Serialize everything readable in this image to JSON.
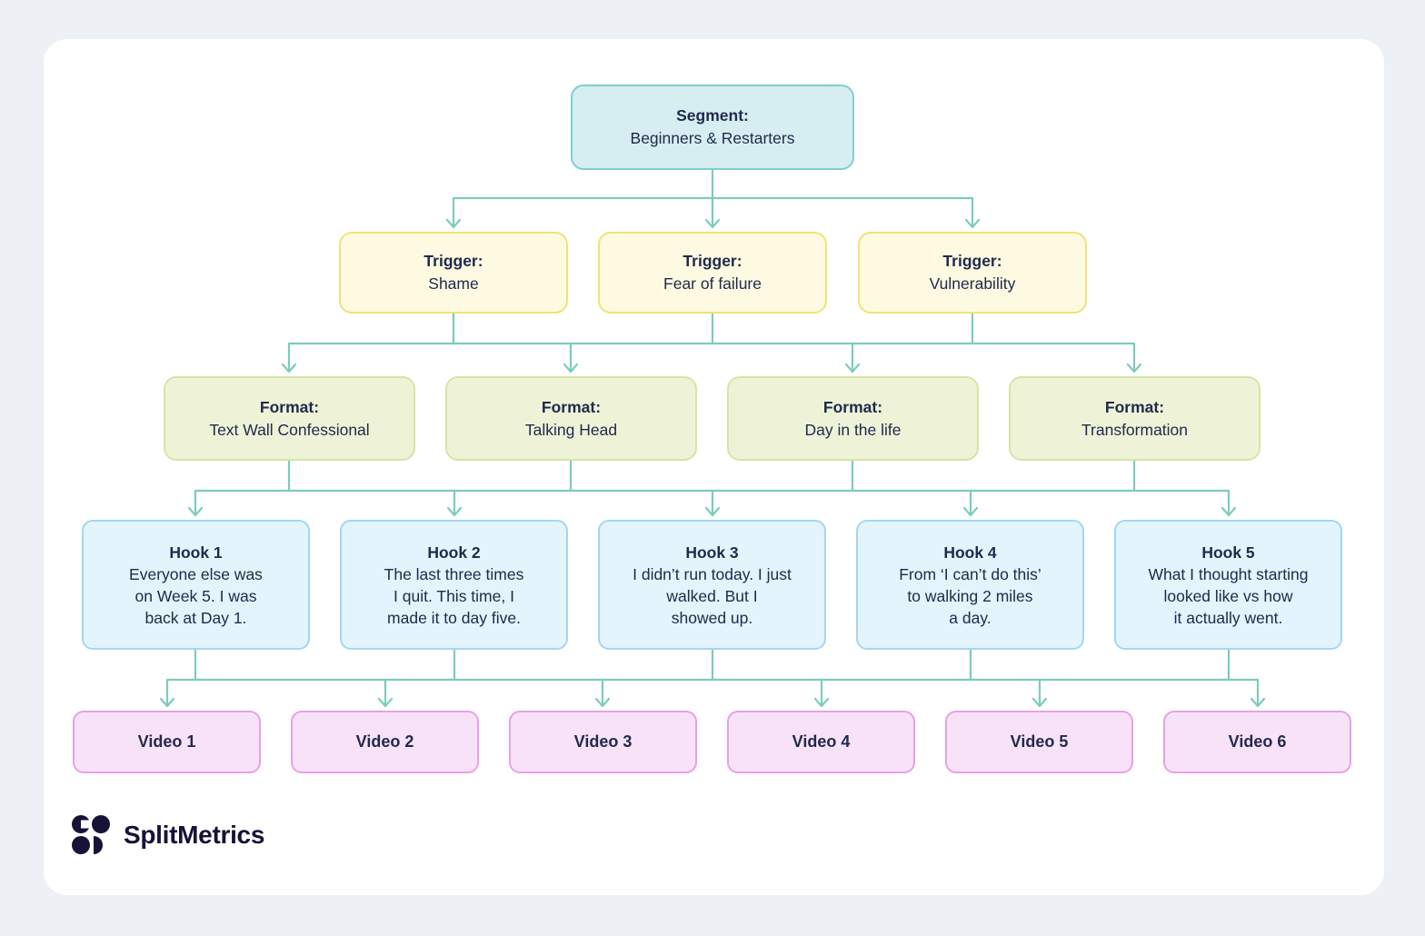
{
  "brand": {
    "name": "SplitMetrics",
    "color": "#171238"
  },
  "colors": {
    "page_background": "#edf1f5",
    "card_background": "#ffffff",
    "connector": "#7dccbd",
    "text": "#212a4d",
    "segment_fill": "#d6eef1",
    "segment_border": "#7ed1c9",
    "trigger_fill": "#fdfae1",
    "trigger_border": "#f1e276",
    "format_fill": "#eef3d8",
    "format_border": "#d6e5a0",
    "hook_fill": "#e3f4fc",
    "hook_border": "#a3d7f0",
    "video_fill": "#f8e2f7",
    "video_border": "#e8a1e4"
  },
  "tree": {
    "segment": {
      "title": "Segment:",
      "subtitle": "Beginners & Restarters"
    },
    "triggers": [
      {
        "title": "Trigger:",
        "subtitle": "Shame"
      },
      {
        "title": "Trigger:",
        "subtitle": "Fear of failure"
      },
      {
        "title": "Trigger:",
        "subtitle": "Vulnerability"
      }
    ],
    "formats": [
      {
        "title": "Format:",
        "subtitle": "Text Wall Confessional"
      },
      {
        "title": "Format:",
        "subtitle": "Talking Head"
      },
      {
        "title": "Format:",
        "subtitle": "Day in the life"
      },
      {
        "title": "Format:",
        "subtitle": "Transformation"
      }
    ],
    "hooks": [
      {
        "title": "Hook 1",
        "body": "Everyone else was\non Week 5. I was\nback at Day 1."
      },
      {
        "title": "Hook 2",
        "body": "The last three times\nI quit. This time, I\nmade it to day five."
      },
      {
        "title": "Hook 3",
        "body": "I didn’t run today. I just\nwalked. But I\nshowed up."
      },
      {
        "title": "Hook 4",
        "body": "From ‘I can’t do this’\nto walking 2 miles\na day."
      },
      {
        "title": "Hook 5",
        "body": "What I thought starting\nlooked like vs how\nit actually went."
      }
    ],
    "videos": [
      {
        "label": "Video 1"
      },
      {
        "label": "Video 2"
      },
      {
        "label": "Video 3"
      },
      {
        "label": "Video 4"
      },
      {
        "label": "Video 5"
      },
      {
        "label": "Video 6"
      }
    ]
  }
}
